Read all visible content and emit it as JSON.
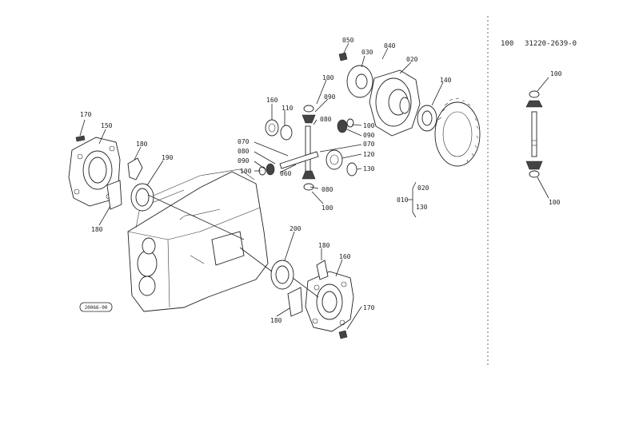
{
  "callouts": {
    "c050": "050",
    "c030": "030",
    "c040": "040",
    "c020": "020",
    "c140": "140",
    "c100a": "100",
    "c090a": "090",
    "c080a": "080",
    "c160a": "160",
    "c110": "110",
    "c100b": "100",
    "c090b": "090",
    "c070a": "070",
    "c070b": "070",
    "c080b": "080",
    "c120": "120",
    "c090c": "090",
    "c130": "130",
    "c100c": "100",
    "c060": "060",
    "c080c": "080",
    "c100d": "100",
    "c170a": "170",
    "c150": "150",
    "c180a": "180",
    "c190": "190",
    "c180b": "180",
    "c200": "200",
    "c180c": "180",
    "c160b": "160",
    "c180d": "180",
    "c170b": "170",
    "c010": "010",
    "c020b": "020",
    "c130b": "130"
  },
  "stamp": "J0066-00",
  "inset": {
    "ref": "100",
    "part_number": "31220-2639-0",
    "top_label": "100",
    "bottom_label": "100"
  }
}
